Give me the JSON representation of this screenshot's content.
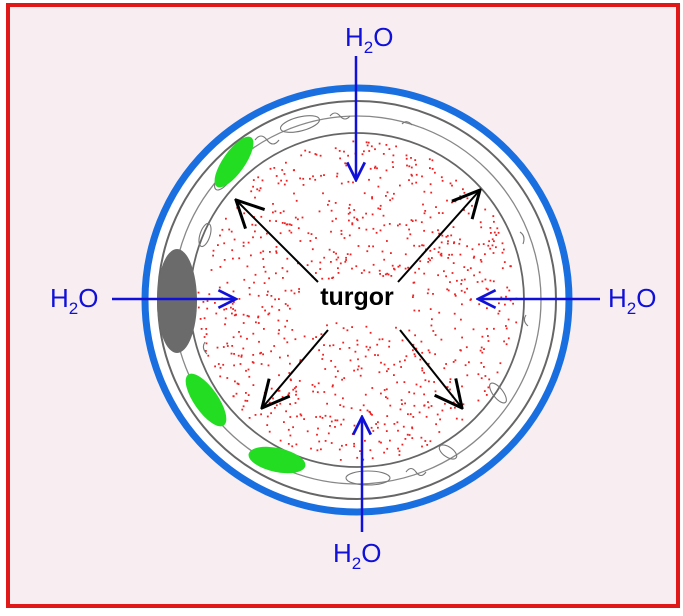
{
  "labels": {
    "water_top": {
      "main": "H",
      "sub": "2",
      "tail": "O"
    },
    "water_left": {
      "main": "H",
      "sub": "2",
      "tail": "O"
    },
    "water_right": {
      "main": "H",
      "sub": "2",
      "tail": "O"
    },
    "water_bottom": {
      "main": "H",
      "sub": "2",
      "tail": "O"
    },
    "pressure": "turgor"
  },
  "colors": {
    "frame": "#e01818",
    "background": "#f8eef2",
    "cell_wall": "#1a6fe0",
    "water_arrows": "#1010d8",
    "chloroplast": "#22dd22",
    "nucleus": "#6b6b6b",
    "dots": "#ee2222",
    "turgor_arrows": "#000000"
  },
  "icons": {
    "water_arrow": "arrow-inward-icon",
    "turgor_arrow": "arrow-outward-icon"
  }
}
